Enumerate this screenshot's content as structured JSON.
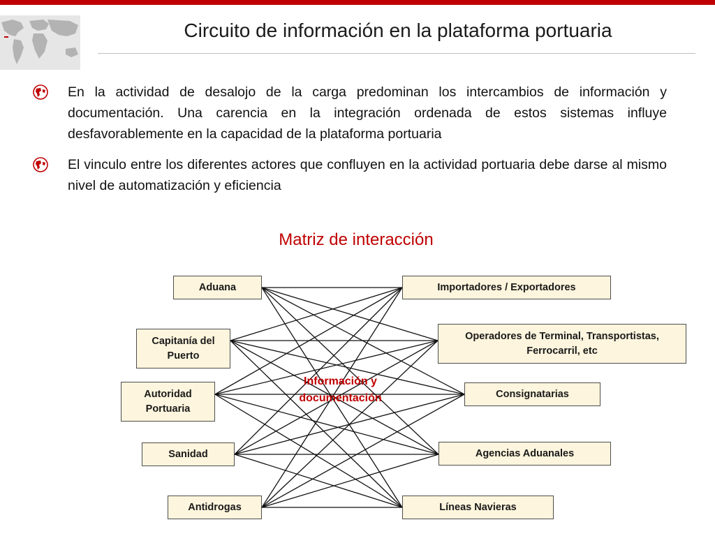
{
  "slide": {
    "title": "Circuito de información en la plataforma portuaria",
    "accent_color": "#c00000",
    "bullet_icon": "globe-icon"
  },
  "bullets": [
    {
      "text": "En la actividad de desalojo de la carga predominan los intercambios de información y documentación. Una carencia en la integración ordenada de estos sistemas influye desfavorablemente en la capacidad de la plataforma portuaria"
    },
    {
      "text": "El vinculo entre los diferentes actores que confluyen en la actividad portuaria debe darse al mismo nivel de automatización y eficiencia"
    }
  ],
  "matrix": {
    "title": "Matriz de interacción",
    "center_label": "Información y documentación",
    "box_fill": "#fdf5dd",
    "line_color": "#111111",
    "left_nodes": [
      {
        "label": "Aduana"
      },
      {
        "label": "Capitanía del Puerto"
      },
      {
        "label": "Autoridad Portuaria"
      },
      {
        "label": "Sanidad"
      },
      {
        "label": "Antidrogas"
      }
    ],
    "right_nodes": [
      {
        "label": "Importadores / Exportadores"
      },
      {
        "label": "Operadores de Terminal, Transportistas, Ferrocarril, etc"
      },
      {
        "label": "Consignatarias"
      },
      {
        "label": "Agencias Aduanales"
      },
      {
        "label": "Líneas Navieras"
      }
    ]
  }
}
